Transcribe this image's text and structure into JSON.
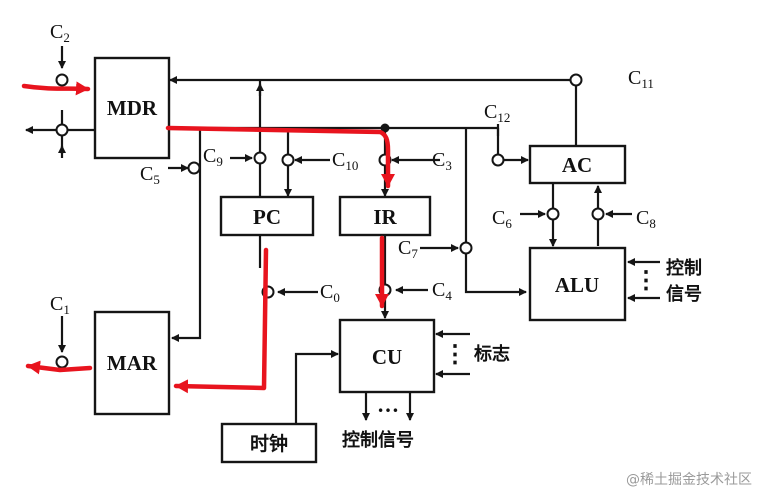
{
  "registers": {
    "mdr": "MDR",
    "mar": "MAR",
    "pc": "PC",
    "ir": "IR",
    "ac": "AC",
    "alu": "ALU",
    "cu": "CU",
    "clock": "时钟"
  },
  "signals": {
    "c0": "C",
    "c0_sub": "0",
    "c1": "C",
    "c1_sub": "1",
    "c2": "C",
    "c2_sub": "2",
    "c3": "C",
    "c3_sub": "3",
    "c4": "C",
    "c4_sub": "4",
    "c5": "C",
    "c5_sub": "5",
    "c6": "C",
    "c6_sub": "6",
    "c7": "C",
    "c7_sub": "7",
    "c8": "C",
    "c8_sub": "8",
    "c9": "C",
    "c9_sub": "9",
    "c10": "C",
    "c10_sub": "10",
    "c11": "C",
    "c11_sub": "11",
    "c12": "C",
    "c12_sub": "12"
  },
  "labels": {
    "alu_control_line1": "控制",
    "alu_control_line2": "信号",
    "flags": "标志",
    "cu_control": "控制信号",
    "dots": "⋮",
    "hdots": "…"
  },
  "watermark": "@稀土掘金技术社区",
  "colors": {
    "line": "#151515",
    "highlight": "#e8141e"
  }
}
